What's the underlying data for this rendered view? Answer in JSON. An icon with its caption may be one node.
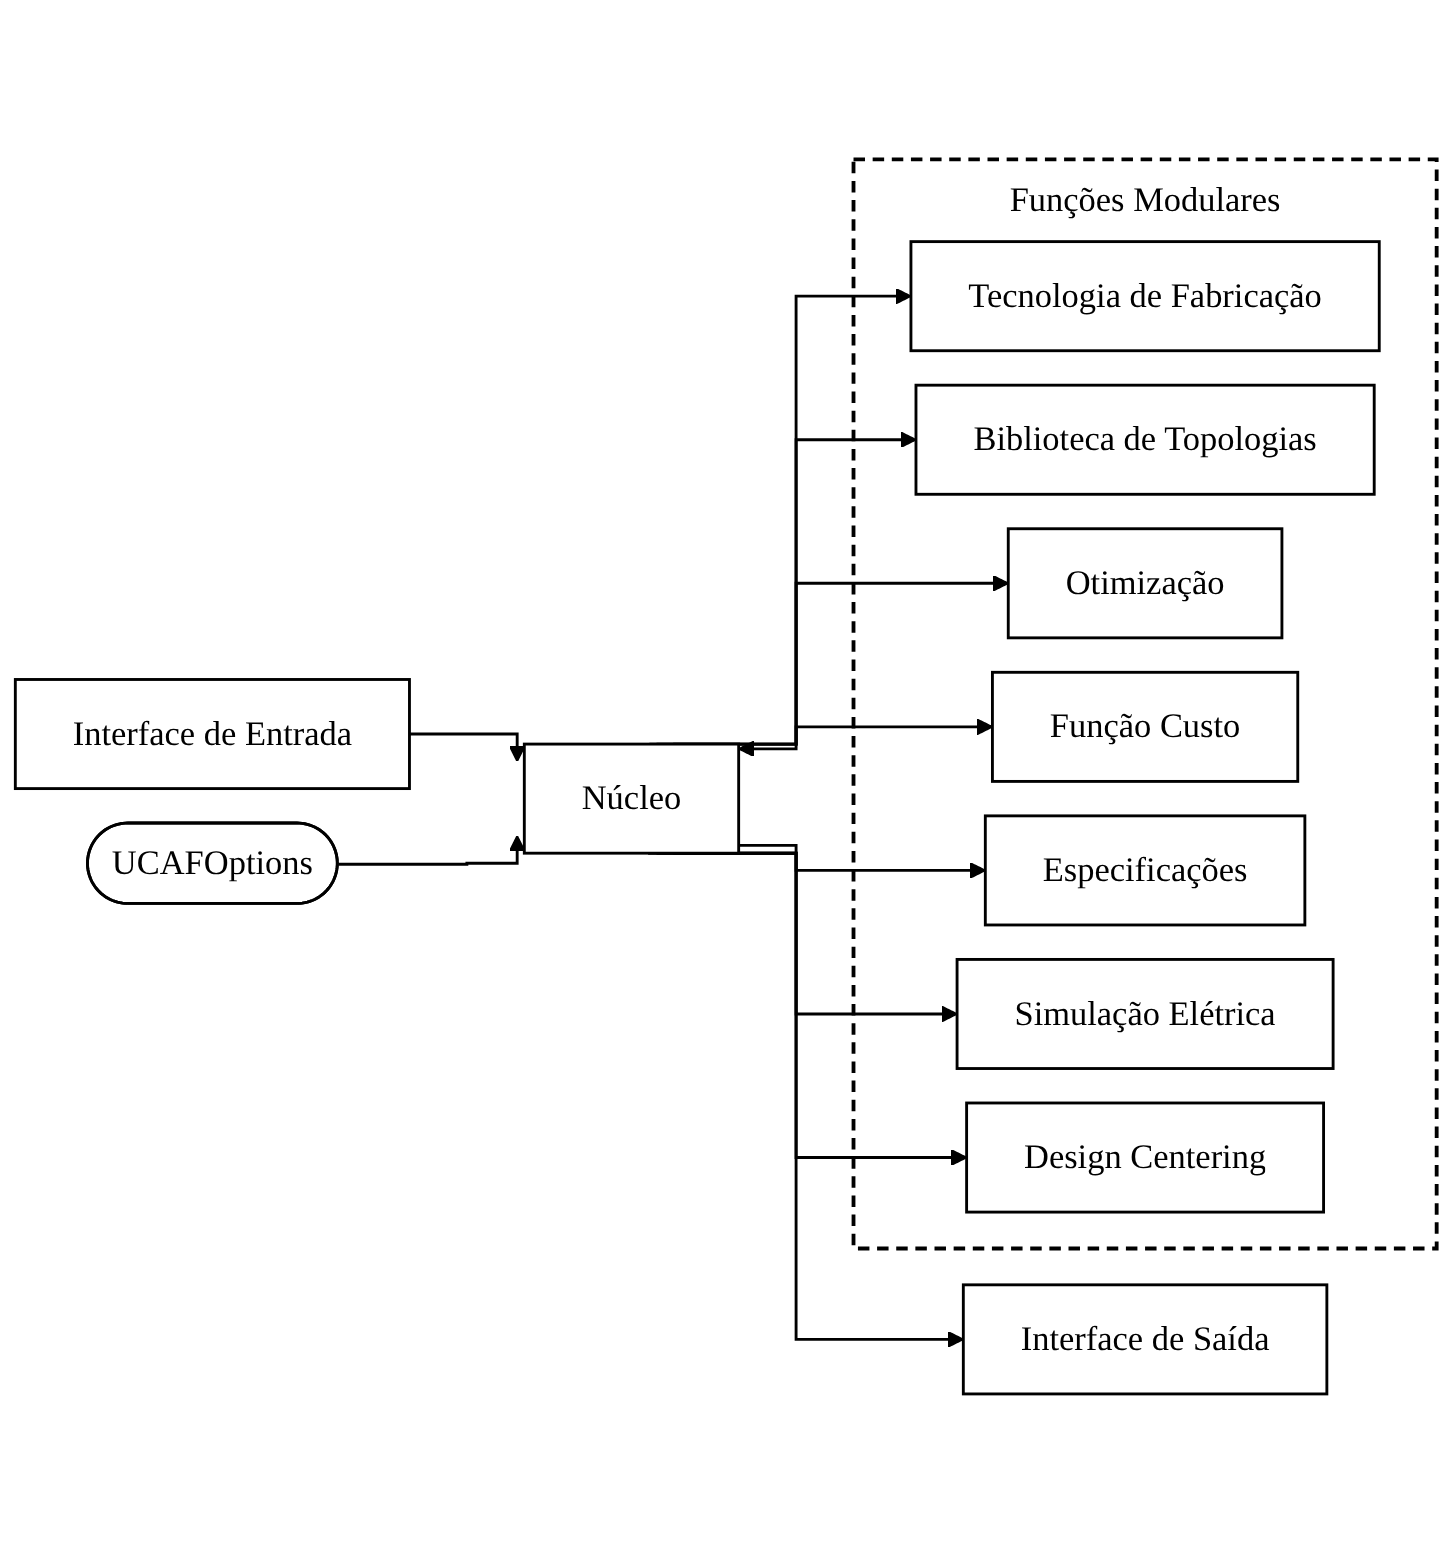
{
  "diagram": {
    "nodes": [
      {
        "text": [
          "Interface de Entrada"
        ]
      },
      {
        "text": [
          "Interface de Saída"
        ]
      },
      {
        "text": [
          "Núcleo"
        ]
      },
      {
        "text": [
          "UCAFOptions"
        ]
      },
      {
        "text": [
          "Funções Modulares"
        ]
      },
      {
        "text": [
          "Tecnologia de Fabricação"
        ],
        "in": 4
      },
      {
        "text": [
          "Biblioteca de Topologias"
        ],
        "in": 4
      },
      {
        "text": [
          "Otimização"
        ],
        "in": 4
      },
      {
        "text": [
          "Função Custo"
        ],
        "in": 4
      },
      {
        "text": [
          "Especificações"
        ],
        "in": 4
      },
      {
        "text": [
          "Simulação Elétrica"
        ],
        "in": 4
      },
      {
        "text": [
          "Design Centering"
        ],
        "in": 4
      }
    ],
    "edges": [
      {
        "from": 0,
        "to": 2,
        "arrow": "to"
      },
      {
        "from": 2,
        "to": 1,
        "arrow": "to"
      },
      {
        "from": 3,
        "to": 2,
        "arrow": "to"
      },
      {
        "from": 2,
        "to": 5,
        "arrow": "to"
      },
      {
        "from": 2,
        "to": 6,
        "arrow": "to"
      },
      {
        "from": 2,
        "to": 7,
        "arrow": "to"
      },
      {
        "from": 2,
        "to": 8,
        "arrow": "both"
      },
      {
        "from": 2,
        "to": 9,
        "arrow": "to"
      },
      {
        "from": 2,
        "to": 10,
        "arrow": "to"
      },
      {
        "from": 2,
        "to": 11,
        "arrow": "to"
      }
    ]
  }
}
